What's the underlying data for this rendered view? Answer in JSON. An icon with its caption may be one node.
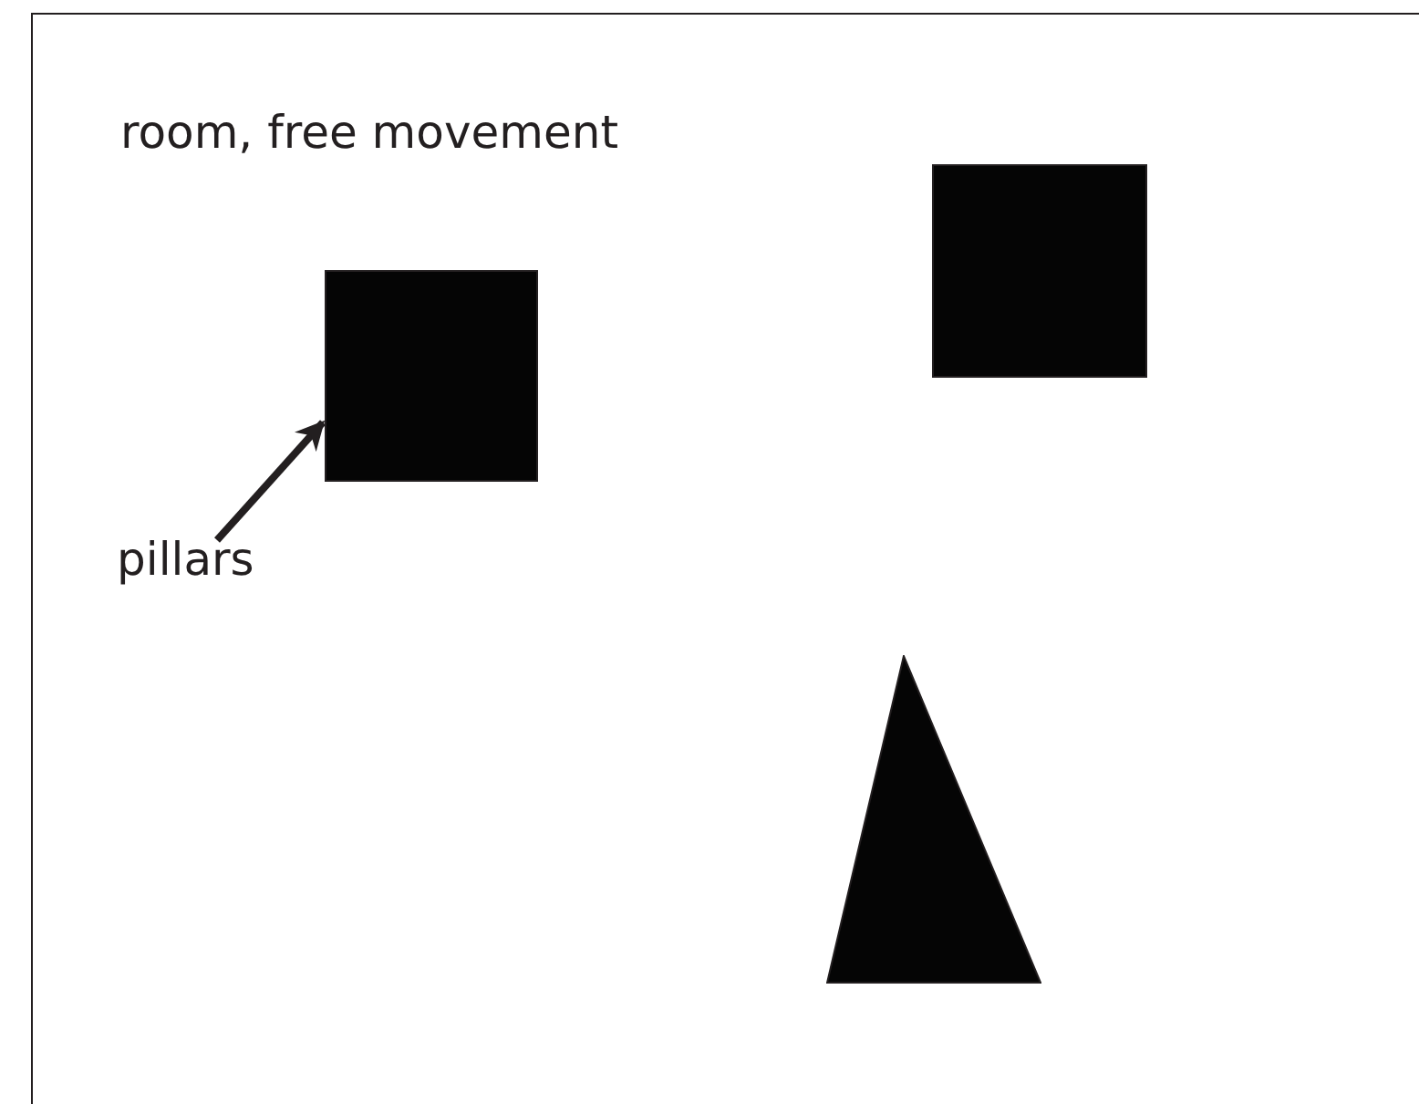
{
  "diagram": {
    "nodes": [
      {
        "text": [
          "room, free movement"
        ]
      },
      {
        "text": [],
        "shape": "box",
        "in": 0
      },
      {
        "text": [],
        "shape": "box",
        "in": 0
      },
      {
        "text": [],
        "shape": "triangle",
        "in": 0
      },
      {
        "text": [
          "pillars"
        ],
        "in": 0
      }
    ],
    "edges": [
      {
        "from": 4,
        "to": 1,
        "arrow": "to"
      }
    ]
  }
}
